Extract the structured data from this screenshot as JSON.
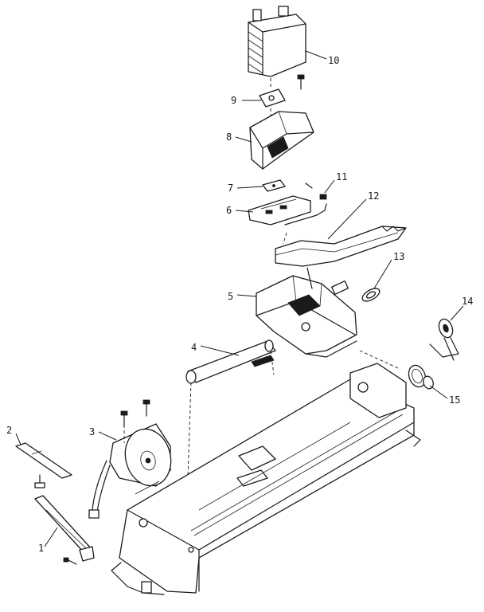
{
  "callouts": [
    {
      "id": "c1",
      "text": "1"
    },
    {
      "id": "c2",
      "text": "2"
    },
    {
      "id": "c3",
      "text": "3"
    },
    {
      "id": "c4",
      "text": "4"
    },
    {
      "id": "c5",
      "text": "5"
    },
    {
      "id": "c6",
      "text": "6"
    },
    {
      "id": "c7",
      "text": "7"
    },
    {
      "id": "c8",
      "text": "8"
    },
    {
      "id": "c9",
      "text": "9"
    },
    {
      "id": "c10",
      "text": "10"
    },
    {
      "id": "c11",
      "text": "11"
    },
    {
      "id": "c12",
      "text": "12"
    },
    {
      "id": "c13",
      "text": "13"
    },
    {
      "id": "c14",
      "text": "14"
    },
    {
      "id": "c15",
      "text": "15"
    }
  ],
  "colors": {
    "ink": "#1a1a1a",
    "paper": "#ffffff"
  }
}
